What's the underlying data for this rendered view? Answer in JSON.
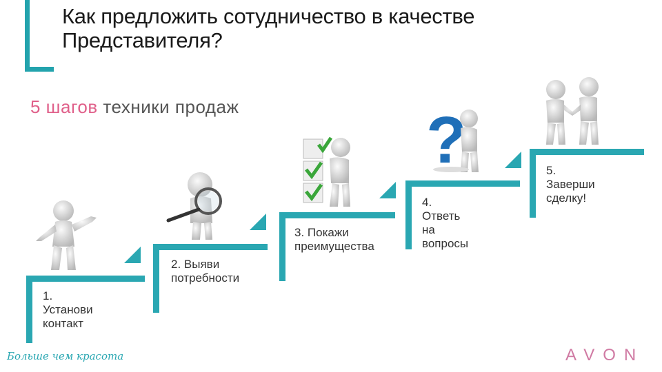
{
  "title_line1": "Как предложить сотудничество в качестве",
  "title_line2": "Представителя?",
  "subtitle_accent": "5 шагов",
  "subtitle_rest": " техники продаж",
  "steps": [
    {
      "line1": "1. Установи",
      "line2": "контакт"
    },
    {
      "line1": "2. Выяви",
      "line2": "потребности"
    },
    {
      "line1": "3. Покажи",
      "line2": "преимущества"
    },
    {
      "line1": "4. Ответь на",
      "line2": "вопросы"
    },
    {
      "line1": "5. Заверши",
      "line2": "сделку!"
    }
  ],
  "question_mark": "?",
  "footer_slogan": "Больше чем красота",
  "brand": "AVON",
  "colors": {
    "accent": "#2aa7b2",
    "pink": "#e0608a",
    "brand": "#d07aa3"
  }
}
